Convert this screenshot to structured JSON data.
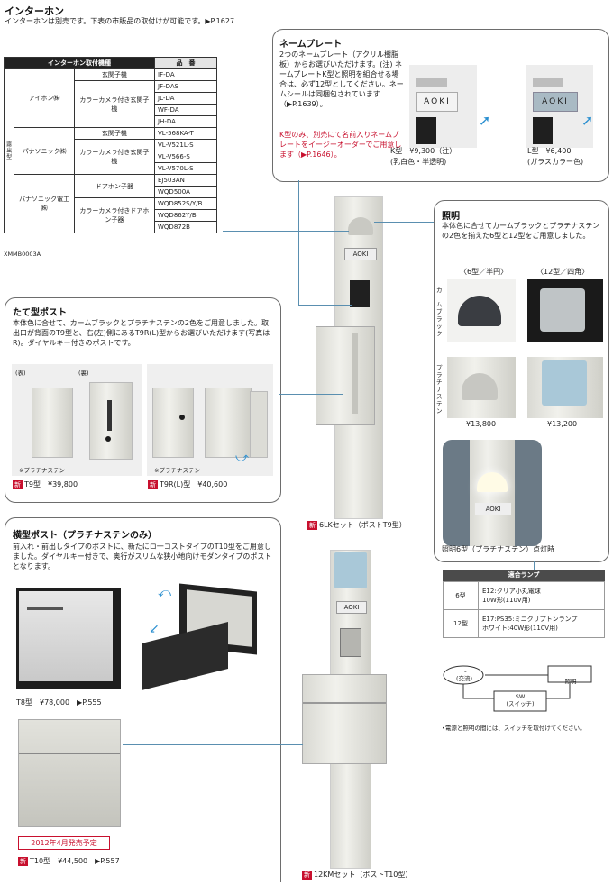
{
  "intercom": {
    "title": "インターホン",
    "desc": "インターホンは別売です。下表の市販品の取付けが可能です。▶P.1627",
    "table_header": "インターホン取付機種",
    "col_product": "品　番",
    "side_label": "露出型",
    "code": "XMMB0003A",
    "groups": [
      {
        "maker": "アイホン㈱",
        "rows": [
          {
            "type": "玄関子機",
            "items": [
              "IF-DA"
            ]
          },
          {
            "type": "カラーカメラ付き玄関子機",
            "items": [
              "JF-DAS",
              "JL-DA",
              "WF-DA",
              "JH-DA"
            ]
          }
        ]
      },
      {
        "maker": "パナソニック㈱",
        "rows": [
          {
            "type": "玄関子機",
            "items": [
              "VL-568KA-T"
            ]
          },
          {
            "type": "カラーカメラ付き玄関子機",
            "items": [
              "VL-V521L-S",
              "VL-V566-S",
              "VL-V570L-S"
            ]
          }
        ]
      },
      {
        "maker": "パナソニック電工㈱",
        "rows": [
          {
            "type": "ドアホン子器",
            "items": [
              "EJ503AN",
              "WQD500A"
            ]
          },
          {
            "type": "カラーカメラ付きドアホン子器",
            "items": [
              "WQD852S/Y/B",
              "WQD862Y/B",
              "WQD872B"
            ]
          }
        ]
      }
    ]
  },
  "nameplate": {
    "title": "ネームプレート",
    "body": "2つのネームプレート（アクリル樹脂板）からお選びいただけます。(注) ネームプレートK型と照明を組合せる場合は、必ず12型としてください。ネームシールは同梱包されています（▶P.1639）。",
    "note": "K型のみ、別売にて名前入りネームプレートをイージーオーダーでご用意します（▶P.1646）。",
    "name_text": "AOKI",
    "k_label": "K型　¥9,300（注）",
    "k_sub": "(乳白色・半透明)",
    "l_label": "L型　¥6,400",
    "l_sub": "(ガラスカラー色)"
  },
  "lighting": {
    "title": "照明",
    "body": "本体色に合せてカームブラックとプラチナステンの2色を揃えた6型と12型をご用意しました。",
    "col6": "〈6型／半円〉",
    "col12": "〈12型／四角〉",
    "row_black": "カームブラック",
    "row_stain": "プラチナステン",
    "price6": "¥13,800",
    "price12": "¥13,200",
    "caption": "照明6型（プラチナステン）点灯時",
    "lamp_title": "適合ランプ",
    "lamps": [
      {
        "type": "6型",
        "spec": "E12:クリア小丸電球\n10W形(110V用)"
      },
      {
        "type": "12型",
        "spec": "E17:PS35:ミニクリプトンランプ\nホワイト:40W形(110V用)"
      }
    ],
    "wiring_ac": "〜\n(交流)",
    "wiring_light": "照明",
    "wiring_sw": "SW\n(スイッチ)",
    "wiring_note": "•電源と照明の間には、スイッチを取付けてください。"
  },
  "tate_post": {
    "title": "たて型ポスト",
    "body": "本体色に合せて、カームブラックとプラチナステンの2色をご用意しました。取出口が背面のT9型と、右(左)側にあるT9R(L)型からお選びいただけます(写真はR)。ダイヤルキー付きのポストです。",
    "front": "(表)",
    "back": "(裏)",
    "stain_note": "※プラチナステン",
    "t9": "T9型　¥39,800",
    "t9r": "T9R(L)型　¥40,600",
    "new": "新"
  },
  "yoko_post": {
    "title": "横型ポスト（プラチナステンのみ）",
    "body": "前入れ・前出しタイプのポストに、新たにロ一コストタイプのT10型をご用意しました。ダイヤルキー付きで、奥行がスリムな狭小地向けモダンタイプのポストとなります。",
    "t8": "T8型　¥78,000　▶P.555",
    "release": "2012年4月発売予定",
    "t10": "T10型　¥44,500　▶P.557"
  },
  "sets": {
    "lk": "6LKセット（ポストT9型）",
    "km": "12KMセット（ポストT10型）"
  },
  "colors": {
    "accent_blue": "#5a8fb0",
    "new_red": "#c8102e",
    "border": "#6d6d6d"
  }
}
